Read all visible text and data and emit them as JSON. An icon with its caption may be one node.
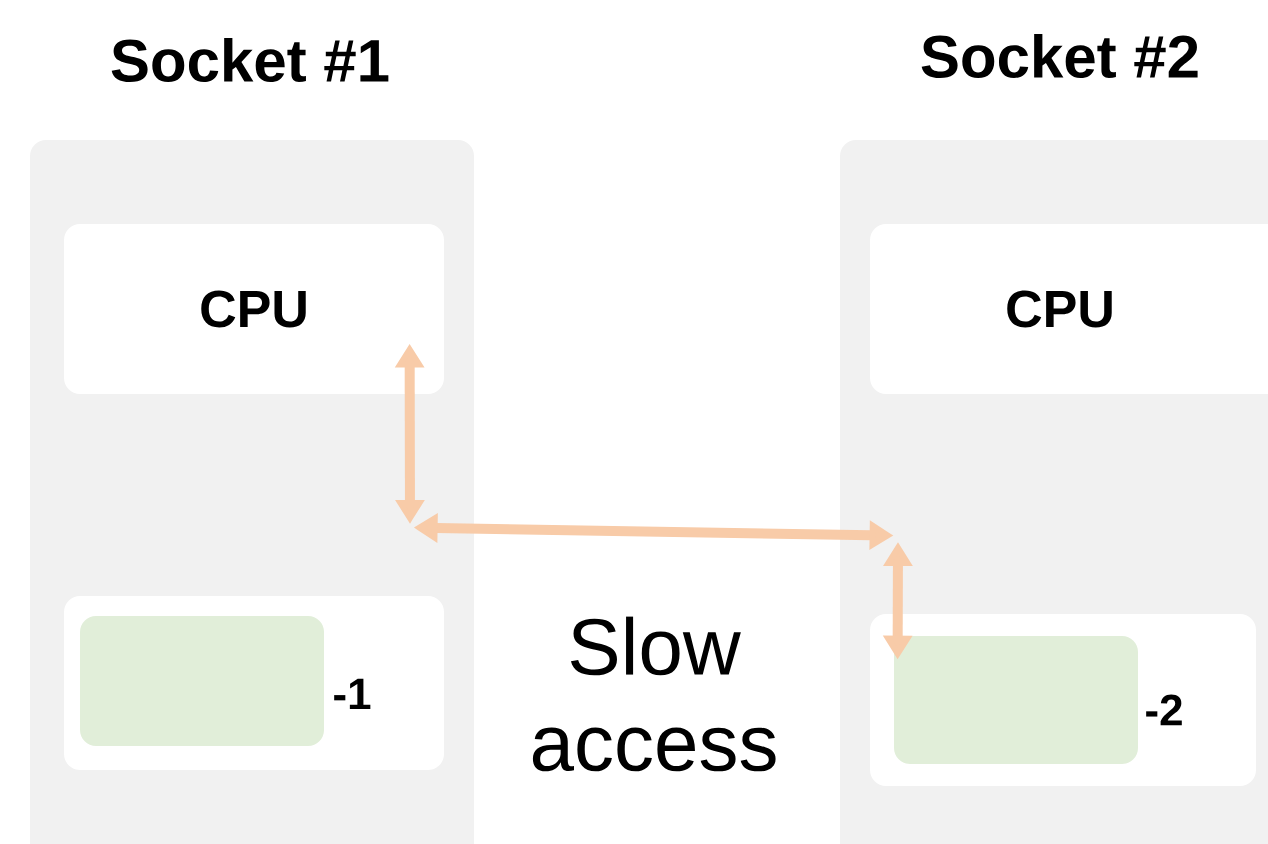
{
  "diagram": {
    "nodes": [
      {
        "text": [
          "Socket #1"
        ]
      },
      {
        "text": [
          "CPU"
        ],
        "in": 0
      },
      {
        "text": [
          "-1"
        ],
        "in": 0
      },
      {
        "text": [],
        "shape": "box",
        "in": 2
      },
      {
        "text": [
          "Socket #2"
        ]
      },
      {
        "text": [
          "CPU"
        ],
        "in": 4
      },
      {
        "text": [
          "-2"
        ],
        "in": 4
      },
      {
        "text": [],
        "shape": "box",
        "in": 6
      }
    ],
    "edges": [
      {
        "from": 1,
        "to": null,
        "arrow": "both"
      },
      {
        "from": 0,
        "to": 4,
        "arrow": "both"
      },
      {
        "from": null,
        "to": 7,
        "arrow": "both"
      }
    ],
    "labels": [
      "Slow access"
    ]
  }
}
